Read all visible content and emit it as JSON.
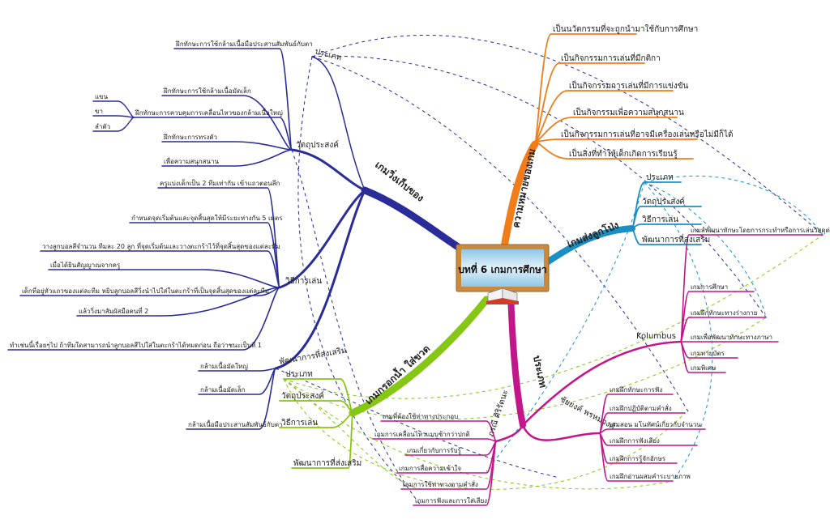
{
  "center": {
    "title": "บทที่ 6 เกมการศึกษา",
    "icon": "open-book-icon"
  },
  "colors": {
    "navy": "#2a2c9a",
    "orange": "#f07d1a",
    "teal": "#1a8fc4",
    "green": "#86c614",
    "magenta": "#c2168a",
    "wood": "#c98a3e",
    "board": "#bfe0f2"
  },
  "run_game": {
    "label": "เกมวิ่งเก็บของ",
    "type": "ประเภท",
    "objective": {
      "label": "วัตถุประสงค์",
      "items": [
        "ฝึกทักษะการใช้กล้ามเนื้อมือประสานสัมพันธ์กับตา",
        "ฝึกทักษะการใช้กล้ามเนื้อมัดเล็ก",
        "ฝึกทักษะการควบคุมการเคลื่อนไหวของกล้ามเนื้อใหญ่",
        "ฝึกทักษะการทรงตัว",
        "เพื่อความสนุกสนาน"
      ],
      "body_parts": [
        "แขน",
        "ขา",
        "ลำตัว"
      ]
    },
    "method": {
      "label": "วิธีการเล่น",
      "items": [
        "ครูแบ่งเด็กเป็น 2 ทีมเท่ากัน เข้าแถวตอนลึก",
        "กำหนดจุดเริ่มต้นและจุดสิ้นสุดให้มีระยะห่างกัน 5 เมตร",
        "วางลูกบอลสีจำนวน ทีมละ 20 ลูก ที่จุดเริ่มต้นและวางตะกร้าไว้ที่จุดสิ้นสุดของแต่ละทีม",
        "เมื่อได้ยินสัญญาณจากครู",
        "เด็กที่อยู่หัวแถวของแต่ละทีม หยิบลูกบอลสีวิ่งนำไปใส่ในตะกร้าที่เป็นจุดสิ้นสุดของแต่ละทีม",
        "แล้ววิ่งมาสัมผัสมือคนที่ 2",
        "ทำเช่นนี้เรื่อยๆไป ถ้าทีมใดสามารถนำลูกบอลสีไปใส่ในตะกร้าได้หมดก่อน ถือว่าชนะเป็นที่ 1"
      ]
    },
    "development": {
      "label": "พัฒนาการที่ส่งเสริม",
      "items": [
        "กล้ามเนื้อมัดใหญ่",
        "กล้ามเนื้อมัดเล็ก",
        "กล้ามเนื้อมือประสานสัมพันธ์กับตา"
      ]
    }
  },
  "meaning": {
    "label": "ความหมายของเกม",
    "items": [
      "เป็นนวัตกรรมที่จะถูกนำมาใช้กับการศึกษา",
      "เป็นกิจกรรมการเล่นที่มีกติกา",
      "เป็นกิจกรรมการเล่นที่มีการแข่งขัน",
      "เป็นกิจกรรมเพื่อความสนุกสนาน",
      "เป็นกิจกรรมการเล่นที่อาจมีเครื่องเล่นหรือไม่มีก็ได้",
      "เป็นสิ่งที่ทำให้เด็กเกิดการเรียนรู้"
    ]
  },
  "balloon_game": {
    "label": "เกมส่งลูกโป่ง",
    "items": [
      "ประเภท",
      "วัตถุประสงค์",
      "วิธีการเล่น",
      "พัฒนาการที่ส่งเสริม"
    ]
  },
  "bottle_game": {
    "label": "เกมกรอกน้ำ ใส่ขวด",
    "items": [
      "ประเภท",
      "วัตถุประสงค์",
      "วิธีการเล่น",
      "พัฒนาการที่ส่งเสริม"
    ]
  },
  "types": {
    "label": "ประเภท",
    "kolumbus": {
      "label": "Kolumbus",
      "items": [
        "เกมส์พัฒนาทักษะโดยการกระทำหรือการเล่นวัสดุต่างๆ",
        "เกมการศึกษา",
        "เกมฝึกทักษะทางร่างกาย",
        "เกมเพื่อพัฒนาทักษะทางภาษา",
        "เกมทายบัตร",
        "เกมพิเศษ"
      ]
    },
    "pornnee": {
      "label": "ภรณี ศิริรัตนะ",
      "items": [
        "เกมที่ต้องใช้ท่าทางประกอบ",
        "เกมการเคลื่อนไหวแบบช้ากว่าปกติ",
        "เกมเกี่ยวกับการรับรู้",
        "เกมการสื่อความเข้าใจ",
        "เกมการใช้ท่าทางตามคำสั่ง",
        "เกมการฟังและการใส่เสียง"
      ]
    },
    "chaiyong": {
      "label": "ชัยยงค์ พรหมวงศ์",
      "items": [
        "เกมฝึกทักษะการฟัง",
        "เกมฝึกปฏิบัติตามคำสั่ง",
        "เกมสอน มโนทัศน์เกี่ยวกับจำนวน",
        "เกมฝึกการฟังเสียง",
        "เกมฝึกการรู้จักอักษร",
        "เกมฝึกอ่านผสมคำระบายภาพ"
      ]
    }
  }
}
